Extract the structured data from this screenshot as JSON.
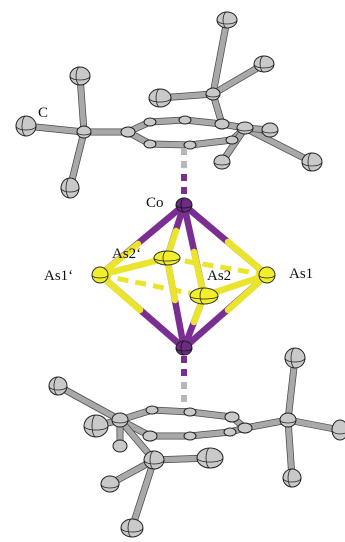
{
  "labels": {
    "carbon": "C",
    "cobalt": "Co",
    "as1": "As1",
    "as1_prime": "As1‘",
    "as2": "As2",
    "as2_prime": "As2‘"
  },
  "colors": {
    "cobalt": "#7a2e92",
    "arsenic": "#eae52c",
    "carbon": "#c9c9c9",
    "bond": "#a9a9a9"
  }
}
